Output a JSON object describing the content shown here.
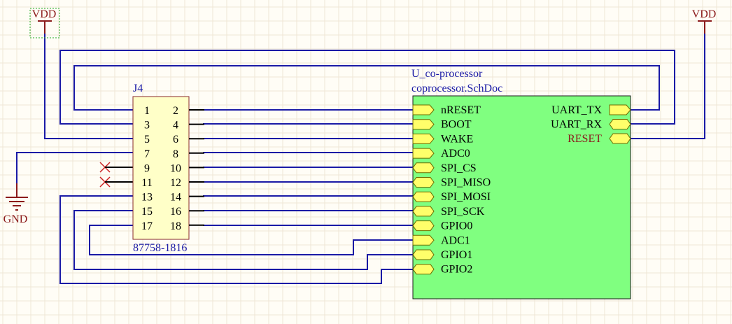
{
  "power": {
    "vdd_left": "VDD",
    "vdd_right": "VDD",
    "gnd": "GND"
  },
  "connector": {
    "designator": "J4",
    "part": "87758-1816",
    "pins_left": [
      "1",
      "3",
      "5",
      "7",
      "9",
      "11",
      "13",
      "15",
      "17"
    ],
    "pins_right": [
      "2",
      "4",
      "6",
      "8",
      "10",
      "12",
      "14",
      "16",
      "18"
    ]
  },
  "sheet": {
    "designator": "U_co-processor",
    "filename": "coprocessor.SchDoc",
    "fill_color": "#80ff80",
    "entries_left": [
      "nRESET",
      "BOOT",
      "WAKE",
      "ADC0",
      "SPI_CS",
      "SPI_MISO",
      "SPI_MOSI",
      "SPI_SCK",
      "GPIO0",
      "ADC1",
      "GPIO1",
      "GPIO2"
    ],
    "entries_right": [
      "UART_TX",
      "UART_RX",
      "RESET"
    ]
  },
  "colors": {
    "wire": "#1a1aa6",
    "power": "#8b1a1a",
    "port_fill": "#ffff6a",
    "connector_fill": "#ffffc8"
  }
}
